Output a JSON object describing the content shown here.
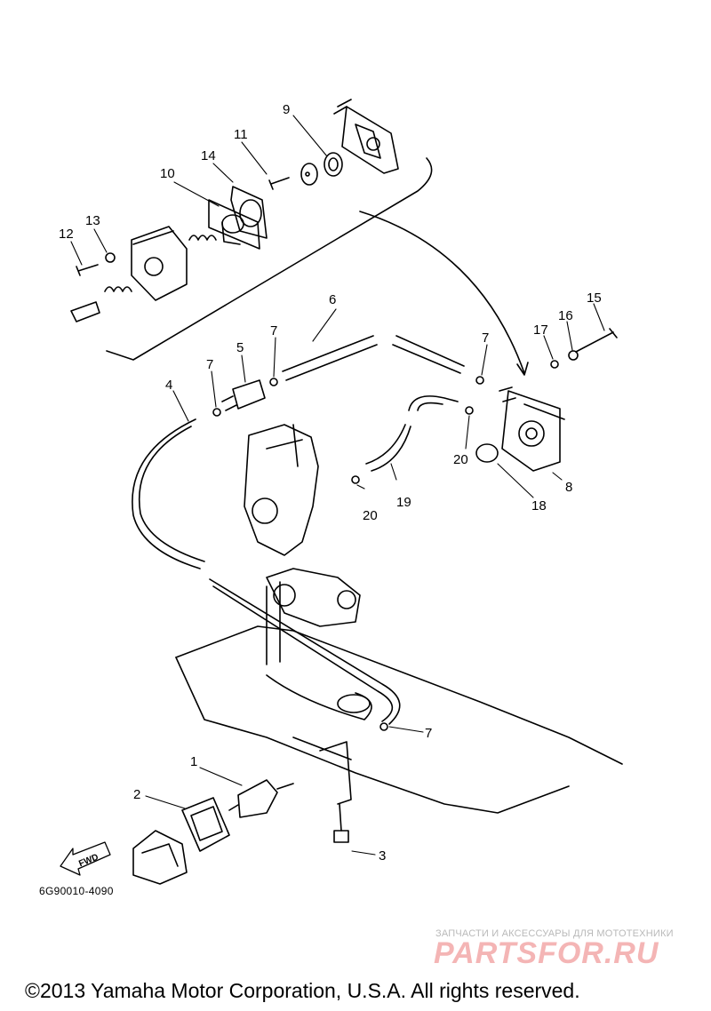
{
  "diagram_code": "6G90010-4090",
  "fwd_label": "FWD",
  "callouts": [
    "1",
    "2",
    "3",
    "4",
    "5",
    "6",
    "7",
    "7",
    "7",
    "7",
    "8",
    "9",
    "10",
    "11",
    "12",
    "13",
    "14",
    "15",
    "16",
    "17",
    "18",
    "19",
    "20",
    "20"
  ],
  "watermark": {
    "tagline": "ЗАПЧАСТИ И АКСЕССУАРЫ ДЛЯ МОТОТЕХНИКИ",
    "logo": "PARTSFOR.RU"
  },
  "copyright": "©2013 Yamaha Motor Corporation, U.S.A. All rights reserved."
}
